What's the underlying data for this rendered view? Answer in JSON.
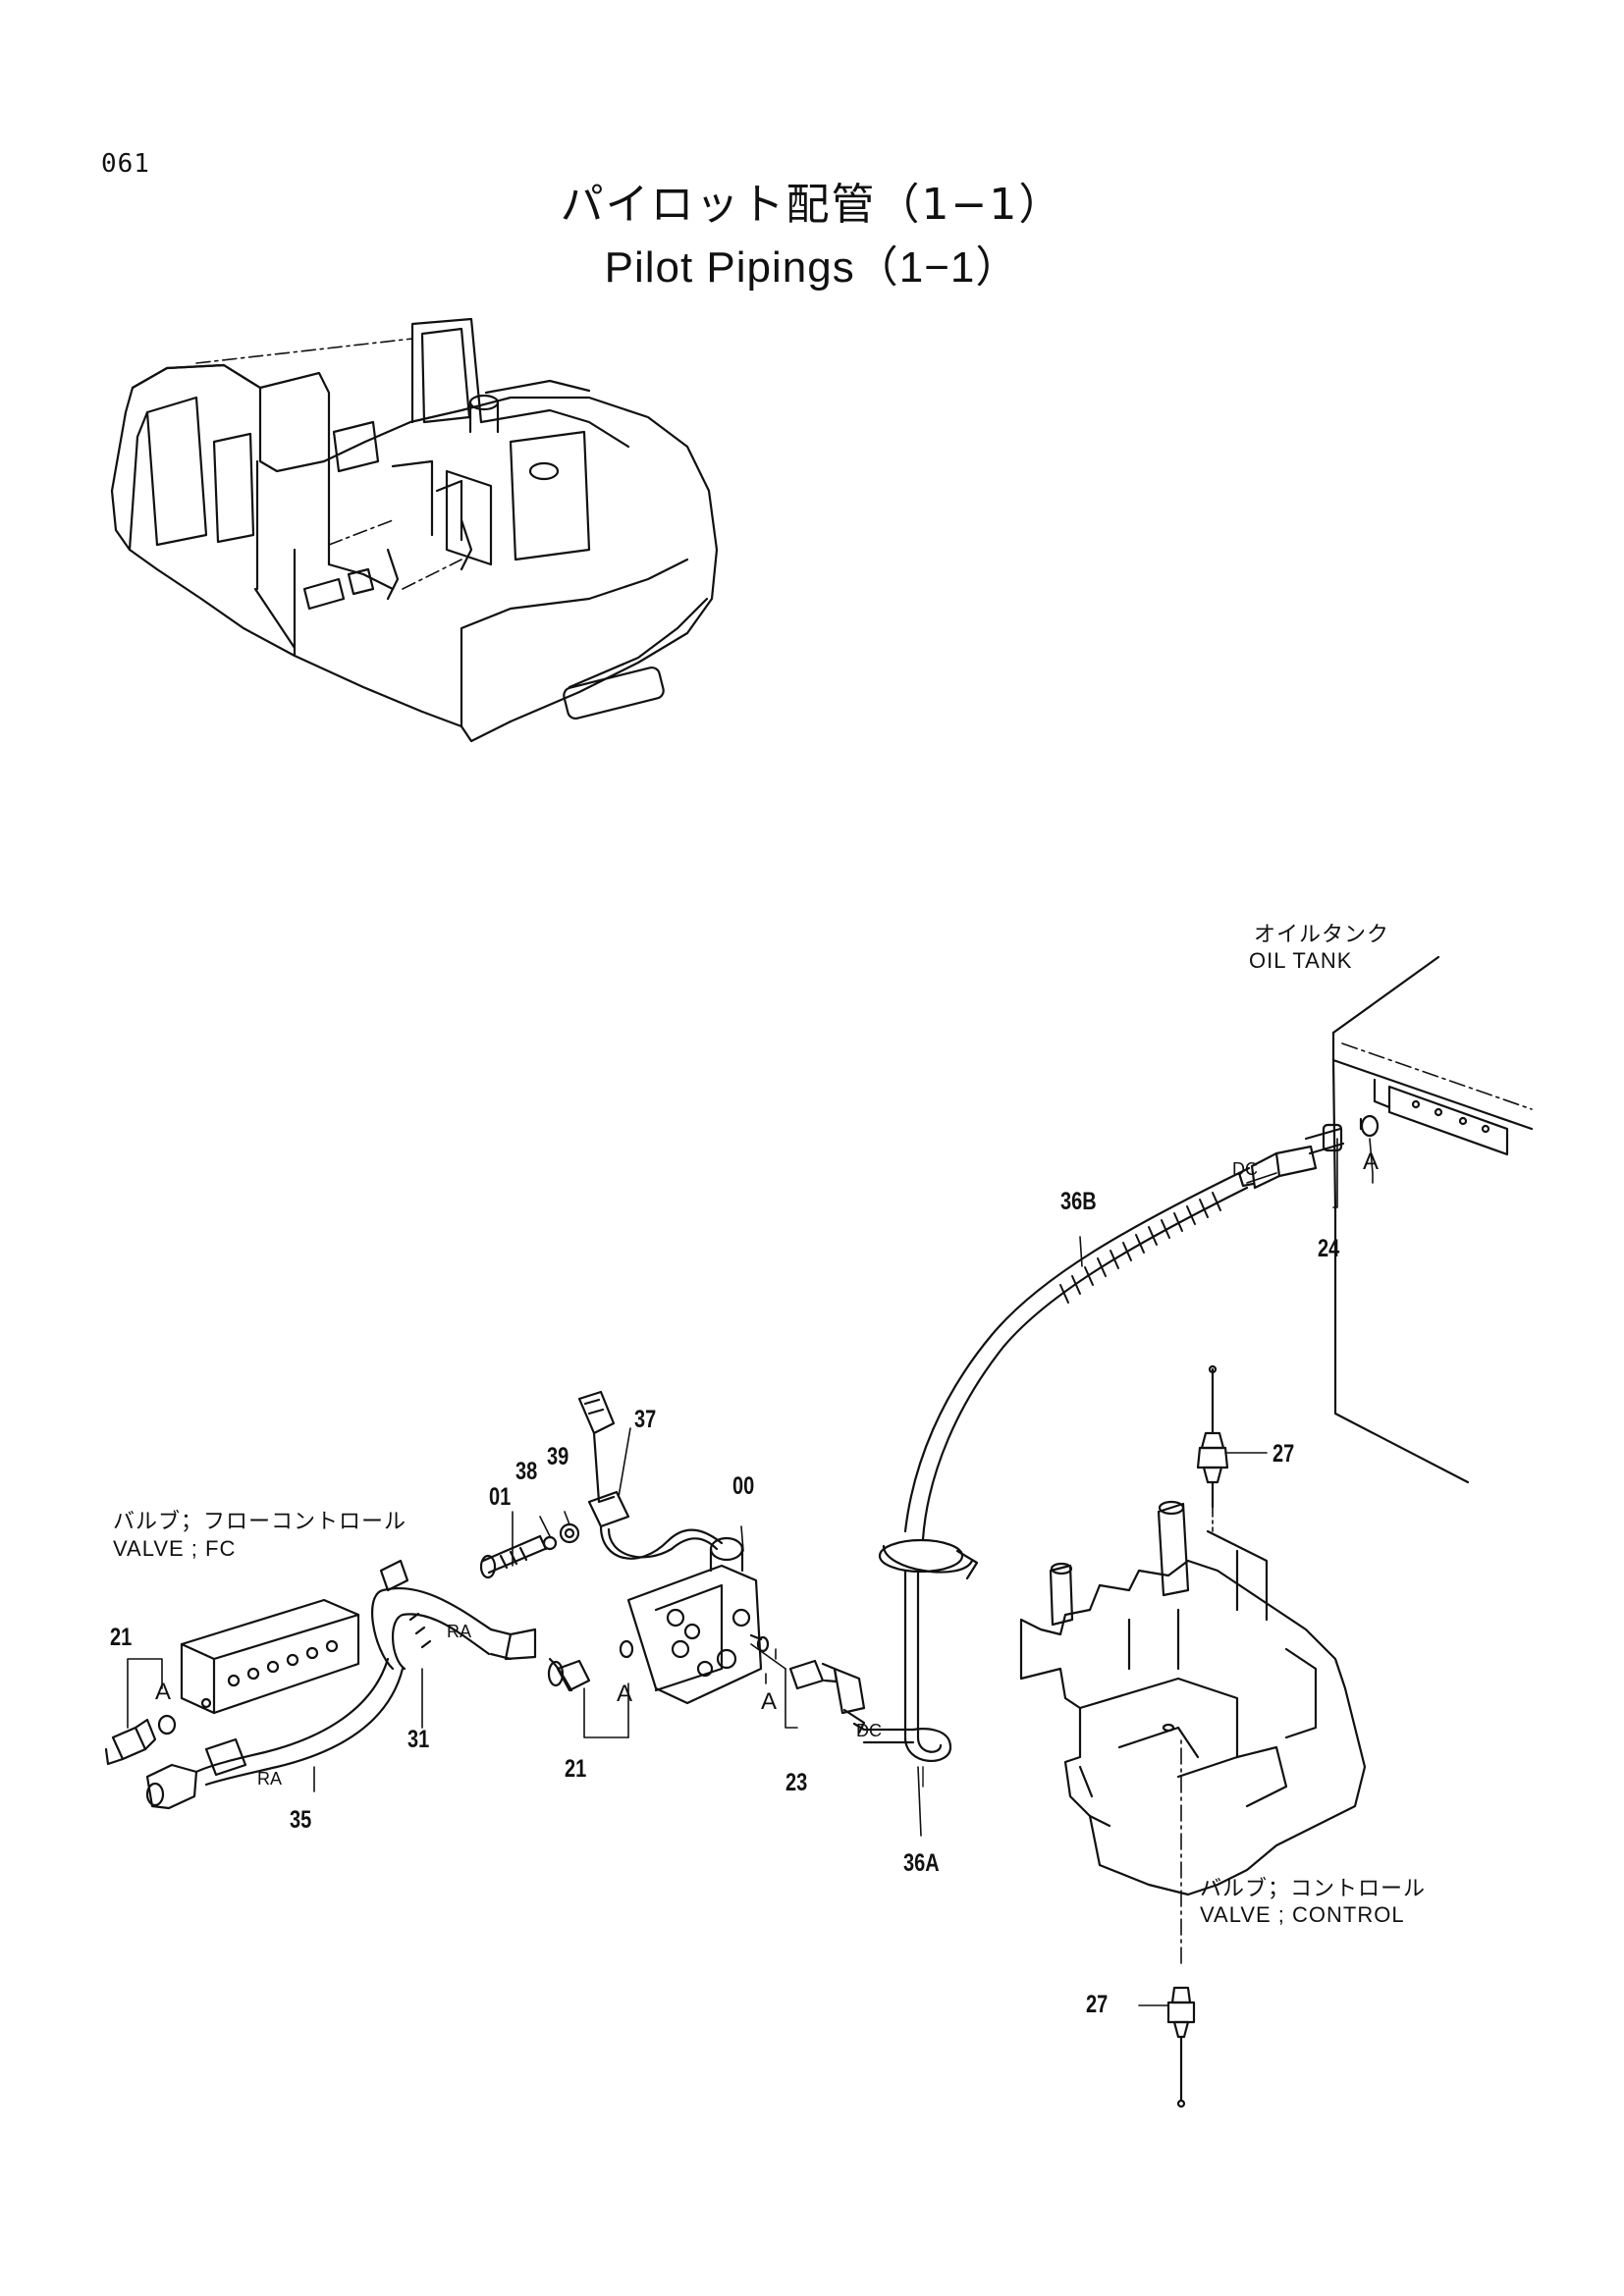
{
  "page": {
    "number": "061"
  },
  "title": {
    "japanese": "パイロット配管（1−1）",
    "english": "Pilot Pipings（1−1）"
  },
  "components": {
    "oil_tank": {
      "jp": "オイルタンク",
      "en": "OIL TANK"
    },
    "valve_fc": {
      "jp": "バルブ；フローコントロール",
      "en": "VALVE ; FC"
    },
    "valve_control": {
      "jp": "バルブ；コントロール",
      "en": "VALVE ; CONTROL"
    }
  },
  "part_numbers": {
    "p00": "00",
    "p01": "01",
    "p21a": "21",
    "p21b": "21",
    "p23": "23",
    "p24": "24",
    "p27a": "27",
    "p27b": "27",
    "p31": "31",
    "p35": "35",
    "p36a": "36A",
    "p36b": "36B",
    "p37": "37",
    "p38": "38",
    "p39": "39"
  },
  "annotations": {
    "a1": "A",
    "a2": "A",
    "a3": "A",
    "a4": "A",
    "ra1": "RA",
    "ra2": "RA",
    "dc1": "DC",
    "dc2": "DC"
  }
}
